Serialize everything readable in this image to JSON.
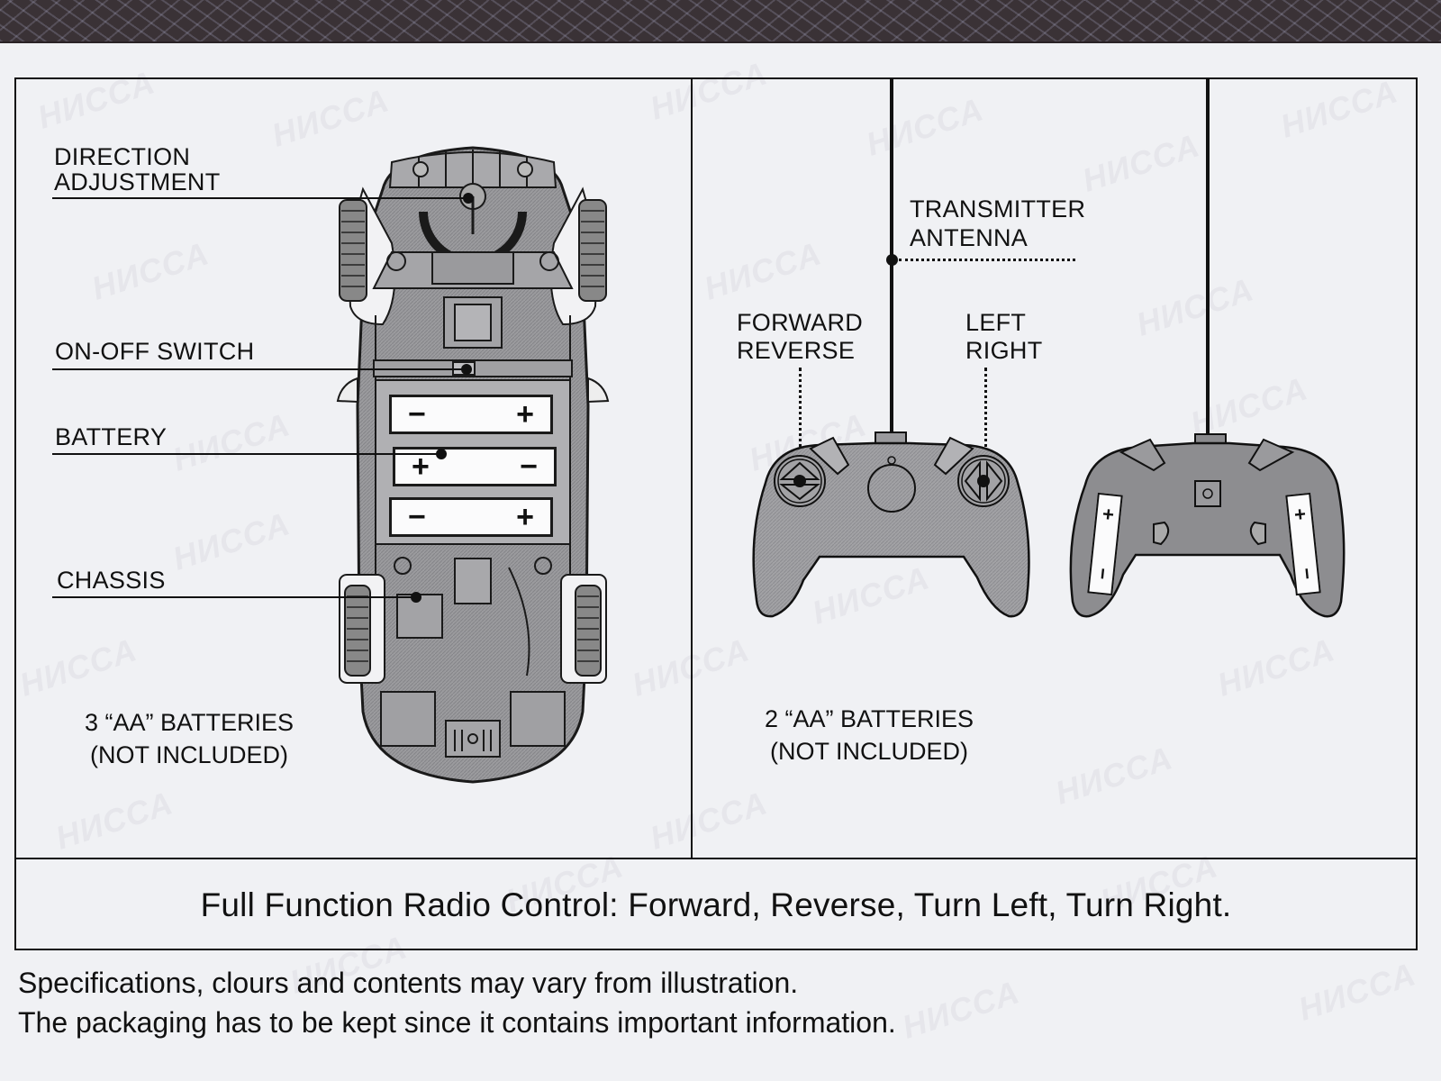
{
  "watermark_text": "НИССА",
  "car_panel": {
    "labels": {
      "direction_adjustment": "DIRECTION\nADJUSTMENT",
      "on_off_switch": "ON-OFF SWITCH",
      "battery": "BATTERY",
      "chassis": "CHASSIS"
    },
    "battery_note": {
      "line1": "3 “AA” BATTERIES",
      "line2": "(NOT INCLUDED)"
    },
    "battery_cells": [
      {
        "left": "−",
        "right": "+"
      },
      {
        "left": "+",
        "right": "−"
      },
      {
        "left": "−",
        "right": "+"
      }
    ]
  },
  "remote_panel": {
    "labels": {
      "transmitter_antenna": "TRANSMITTER\nANTENNA",
      "forward_reverse": "FORWARD\nREVERSE",
      "left_right": "LEFT\nRIGHT"
    },
    "battery_note": {
      "line1": "2 “AA” BATTERIES",
      "line2": "(NOT INCLUDED)"
    },
    "rear_cells": [
      {
        "top": "+",
        "bottom": "−"
      },
      {
        "top": "+",
        "bottom": "−"
      }
    ]
  },
  "banner": "Full Function Radio Control: Forward, Reverse, Turn Left, Turn Right.",
  "disclaimer": {
    "line1": "Specifications, clours and contents may vary from illustration.",
    "line2": "The packaging has to be kept since it contains important information."
  }
}
